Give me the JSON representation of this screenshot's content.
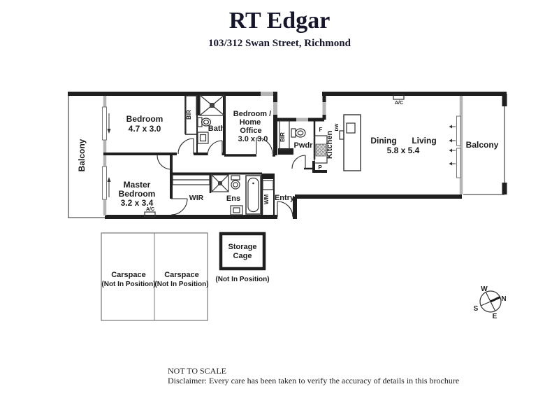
{
  "header": {
    "brand": "RT Edgar",
    "address": "103/312 Swan Street, Richmond"
  },
  "rooms": {
    "balcony_left": "Balcony",
    "bedroom1_name": "Bedroom",
    "bedroom1_dims": "4.7 x 3.0",
    "bir1": "BIR",
    "bath": "Bath",
    "office_l1": "Bedroom /",
    "office_l2": "Home",
    "office_l3": "Office",
    "office_dims": "3.0 x 3.0",
    "bir2": "BIR",
    "pwdr": "Pwdr",
    "fridge": "F",
    "kitchen": "Kitchen",
    "dishwasher": "DW",
    "pantry": "P",
    "master_l1": "Master",
    "master_l2": "Bedroom",
    "master_dims": "3.2 x 3.4",
    "wir": "WIR",
    "ens": "Ens",
    "wm": "WM",
    "entry": "Entry",
    "dining": "Dining",
    "living": "Living",
    "living_dims": "5.8 x 5.4",
    "balcony_right": "Balcony",
    "ac_living": "A/C",
    "ac_master": "A/C"
  },
  "parking": {
    "carspace1_name": "Carspace",
    "carspace1_note": "(Not In Position)",
    "carspace2_name": "Carspace",
    "carspace2_note": "(Not In Position)",
    "storage_l1": "Storage",
    "storage_l2": "Cage",
    "storage_note": "(Not In Position)"
  },
  "compass": {
    "n": "N",
    "s": "S",
    "e": "E",
    "w": "W"
  },
  "footer": {
    "scale": "NOT TO SCALE",
    "disclaimer": "Disclaimer: Every care has been taken to verify the accuracy of details in this brochure"
  },
  "colors": {
    "wall": "#1f1f1f",
    "window": "#b5b5b5",
    "brand": "#15152c"
  }
}
